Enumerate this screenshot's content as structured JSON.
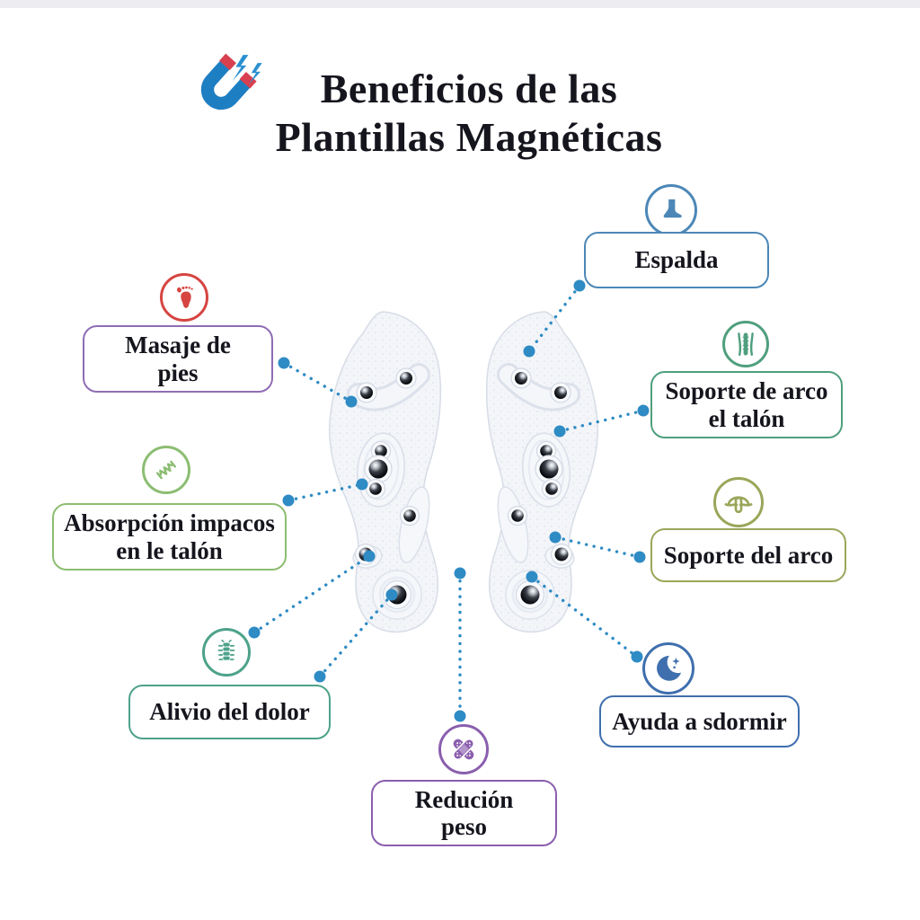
{
  "background_color": "#ffffff",
  "title": {
    "line1": "Beneficios de las",
    "line2": "Plantillas Magnéticas",
    "icon": "magnet-icon",
    "text_color": "#15151e",
    "icon_colors": {
      "magnet_body": "#1e7ec2",
      "magnet_tips": "#d8404f",
      "bolts": "#2a8fd0"
    }
  },
  "connector": {
    "color": "#2e8bc4",
    "style": "dotted"
  },
  "callouts": {
    "espalda": {
      "label": "Espalda",
      "lines": [
        "Espalda"
      ],
      "border_color": "#4c87b7",
      "icon": "foot-icon",
      "icon_color": "#4c87b7"
    },
    "soporte_arco_talon": {
      "label": "Soporte de arco el talón",
      "lines": [
        "Soporte de arco",
        "el talón"
      ],
      "border_color": "#4f9f7e",
      "icon": "spine-icon",
      "icon_color": "#4f9f7e"
    },
    "soporte_del_arco": {
      "label": "Soporte del arco",
      "lines": [
        "Soporte del arco"
      ],
      "border_color": "#9aa75a",
      "icon": "arch-icon",
      "icon_color": "#9aa75a"
    },
    "ayuda_dormir": {
      "label": "Ayuda a sdormir",
      "lines": [
        "Ayuda a sdormir"
      ],
      "border_color": "#3f6fae",
      "icon": "moon-icon",
      "icon_color": "#3f6fae"
    },
    "masaje_pies": {
      "label": "Masaje de pies",
      "lines": [
        "Masaje de",
        "pies"
      ],
      "border_color": "#8f6db4",
      "icon": "footprint-icon",
      "icon_color": "#d64541"
    },
    "absorpcion_impactos": {
      "label": "Absorpción impacos en le talón",
      "lines": [
        "Absorpción impacos",
        "en le talón"
      ],
      "border_color": "#8cbd72",
      "icon": "spring-icon",
      "icon_color": "#8cbd72"
    },
    "alivio_dolor": {
      "label": "Alivio del dolor",
      "lines": [
        "Alivio del dolor"
      ],
      "border_color": "#4da28a",
      "icon": "vertebra-icon",
      "icon_color": "#4da28a"
    },
    "reducion_peso": {
      "label": "Redución peso",
      "lines": [
        "Redución",
        "peso"
      ],
      "border_color": "#8a5fae",
      "icon": "bandage-icon",
      "icon_color": "#8a5fae"
    }
  }
}
